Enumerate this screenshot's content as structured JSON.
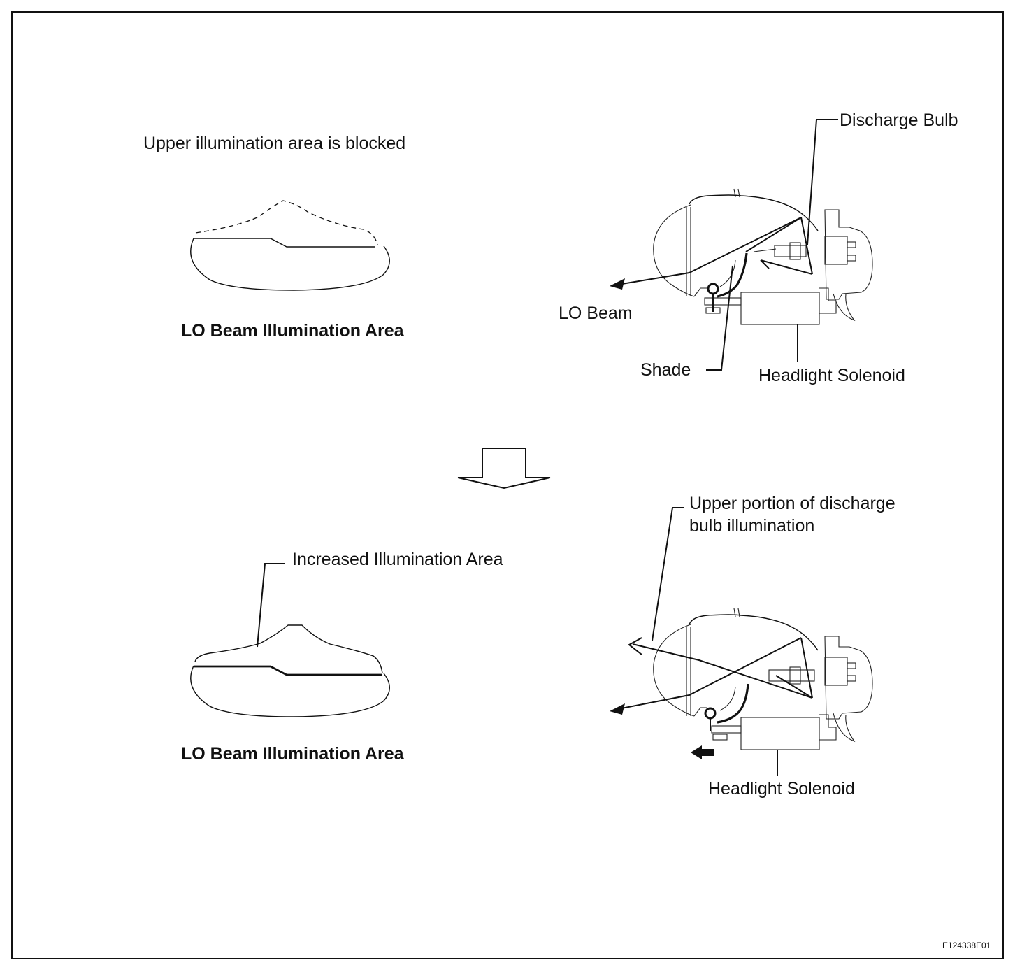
{
  "labels": {
    "upper_blocked": "Upper illumination area is blocked",
    "area_title_top": "LO Beam Illumination Area",
    "discharge_bulb": "Discharge Bulb",
    "lo_beam": "LO Beam",
    "shade": "Shade",
    "solenoid_top": "Headlight Solenoid",
    "increased_area": "Increased Illumination Area",
    "upper_portion_line1": "Upper portion of discharge",
    "upper_portion_line2": "bulb illumination",
    "area_title_bottom": "LO Beam Illumination Area",
    "solenoid_bottom": "Headlight Solenoid",
    "figure_code": "E124338E01"
  },
  "icons": {
    "transition_arrow": "down-arrow-icon",
    "solenoid_motion": "left-arrow-icon"
  }
}
